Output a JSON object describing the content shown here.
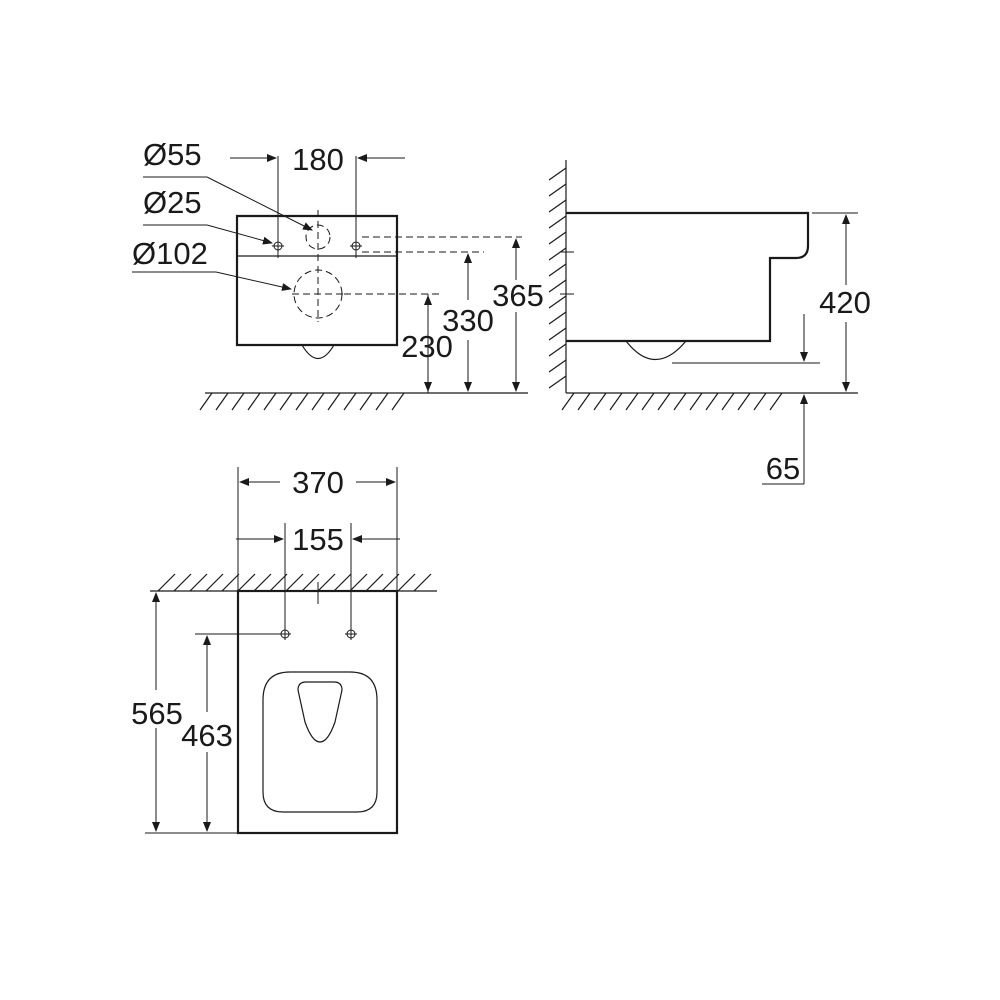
{
  "front_view": {
    "dia_55": "Ø55",
    "dia_25": "Ø25",
    "dia_102": "Ø102",
    "width_180": "180",
    "height_230": "230",
    "height_330": "330",
    "height_365": "365"
  },
  "side_view": {
    "height_420": "420",
    "gap_65": "65"
  },
  "top_view": {
    "width_370": "370",
    "width_155": "155",
    "depth_565": "565",
    "depth_463": "463"
  }
}
